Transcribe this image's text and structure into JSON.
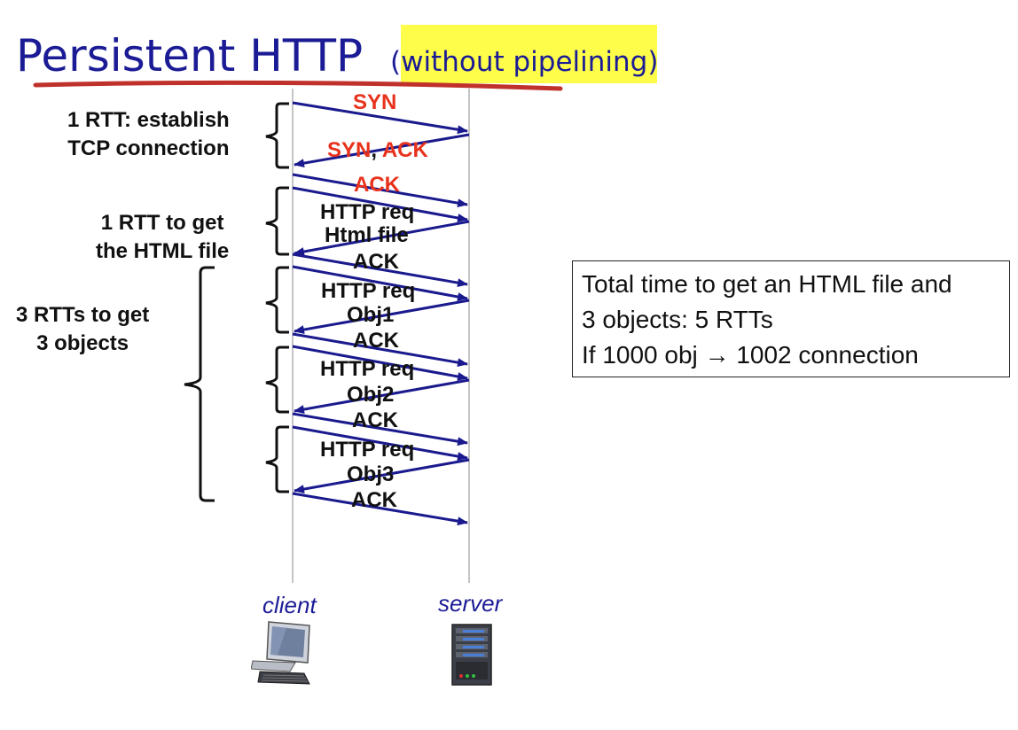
{
  "title": "Persistent HTTP",
  "subtitle": "(without pipelining)",
  "colors": {
    "title": "#1b1b96",
    "arrow": "#1a1a8e",
    "highlight": "#fdfd4a",
    "red": "#e8321c",
    "underline": "#c0312b"
  },
  "brace_labels": {
    "tcp": [
      "1 RTT: establish",
      "TCP connection"
    ],
    "html": [
      "1 RTT to get",
      "the HTML file"
    ],
    "objects": [
      "3 RTTs to get",
      "3 objects"
    ]
  },
  "messages": {
    "syn": "SYN",
    "synack_syn": "SYN",
    "synack_comma": ",",
    "synack_ack": "ACK",
    "ack1": "ACK",
    "req1": "HTTP req",
    "html_file": "Html file",
    "ack2": "ACK",
    "req2": "HTTP req",
    "obj1": "Obj1",
    "ack3": "ACK",
    "req3": "HTTP req",
    "obj2": "Obj2",
    "ack4": "ACK",
    "req4": "HTTP req",
    "obj3": "Obj3",
    "ack5": "ACK"
  },
  "note": {
    "line1": "Total time to get an HTML file and",
    "line2": "3 objects:  5 RTTs",
    "line3_a": "If 1000 obj ",
    "line3_arrow": "→",
    "line3_b": " 1002 connection"
  },
  "hosts": {
    "client": "client",
    "server": "server"
  },
  "icons": {
    "client": "desktop-computer-icon",
    "server": "server-tower-icon"
  }
}
